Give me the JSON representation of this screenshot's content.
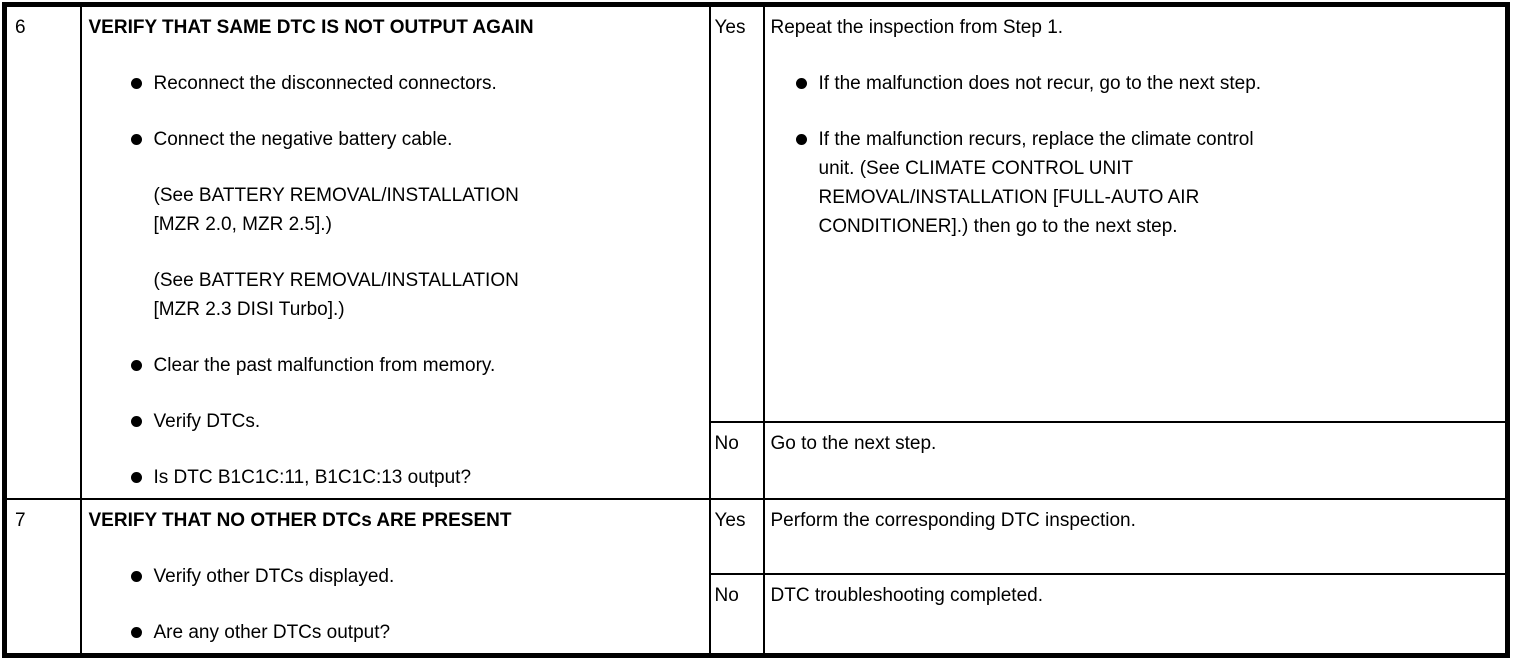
{
  "page": {
    "background": "#ffffff",
    "line_color": "#000000",
    "text_color": "#000000"
  },
  "table": {
    "rows": [
      {
        "step": "6",
        "title": "VERIFY THAT SAME DTC IS NOT OUTPUT AGAIN",
        "items": [
          {
            "type": "bullet",
            "text": "Reconnect the disconnected connectors."
          },
          {
            "type": "bullet",
            "text": "Connect the negative battery cable."
          },
          {
            "type": "note",
            "text": "(See BATTERY REMOVAL/INSTALLATION\n[MZR 2.0, MZR 2.5].)"
          },
          {
            "type": "note",
            "text": "(See BATTERY REMOVAL/INSTALLATION\n[MZR 2.3 DISI Turbo].)"
          },
          {
            "type": "bullet",
            "text": "Clear the past malfunction from memory."
          },
          {
            "type": "bullet",
            "text": "Verify DTCs."
          },
          {
            "type": "bullet",
            "text": "Is DTC B1C1C:11, B1C1C:13 output?"
          }
        ],
        "branches": [
          {
            "answer": "Yes",
            "lead": "Repeat the inspection from Step 1.",
            "items": [
              {
                "type": "bullet",
                "text": "If the malfunction does not recur, go to the next step."
              },
              {
                "type": "bullet",
                "text": "If the malfunction recurs, replace the climate control\nunit. (See CLIMATE CONTROL UNIT\nREMOVAL/INSTALLATION [FULL-AUTO AIR\nCONDITIONER].) then go to the next step."
              }
            ]
          },
          {
            "answer": "No",
            "lead": "Go to the next step.",
            "items": []
          }
        ]
      },
      {
        "step": "7",
        "title": "VERIFY THAT NO OTHER DTCs ARE PRESENT",
        "items": [
          {
            "type": "bullet",
            "text": "Verify other DTCs displayed."
          },
          {
            "type": "bullet",
            "text": "Are any other DTCs output?"
          }
        ],
        "branches": [
          {
            "answer": "Yes",
            "lead": "Perform the corresponding DTC inspection.",
            "items": []
          },
          {
            "answer": "No",
            "lead": "DTC troubleshooting completed.",
            "items": []
          }
        ]
      }
    ]
  }
}
